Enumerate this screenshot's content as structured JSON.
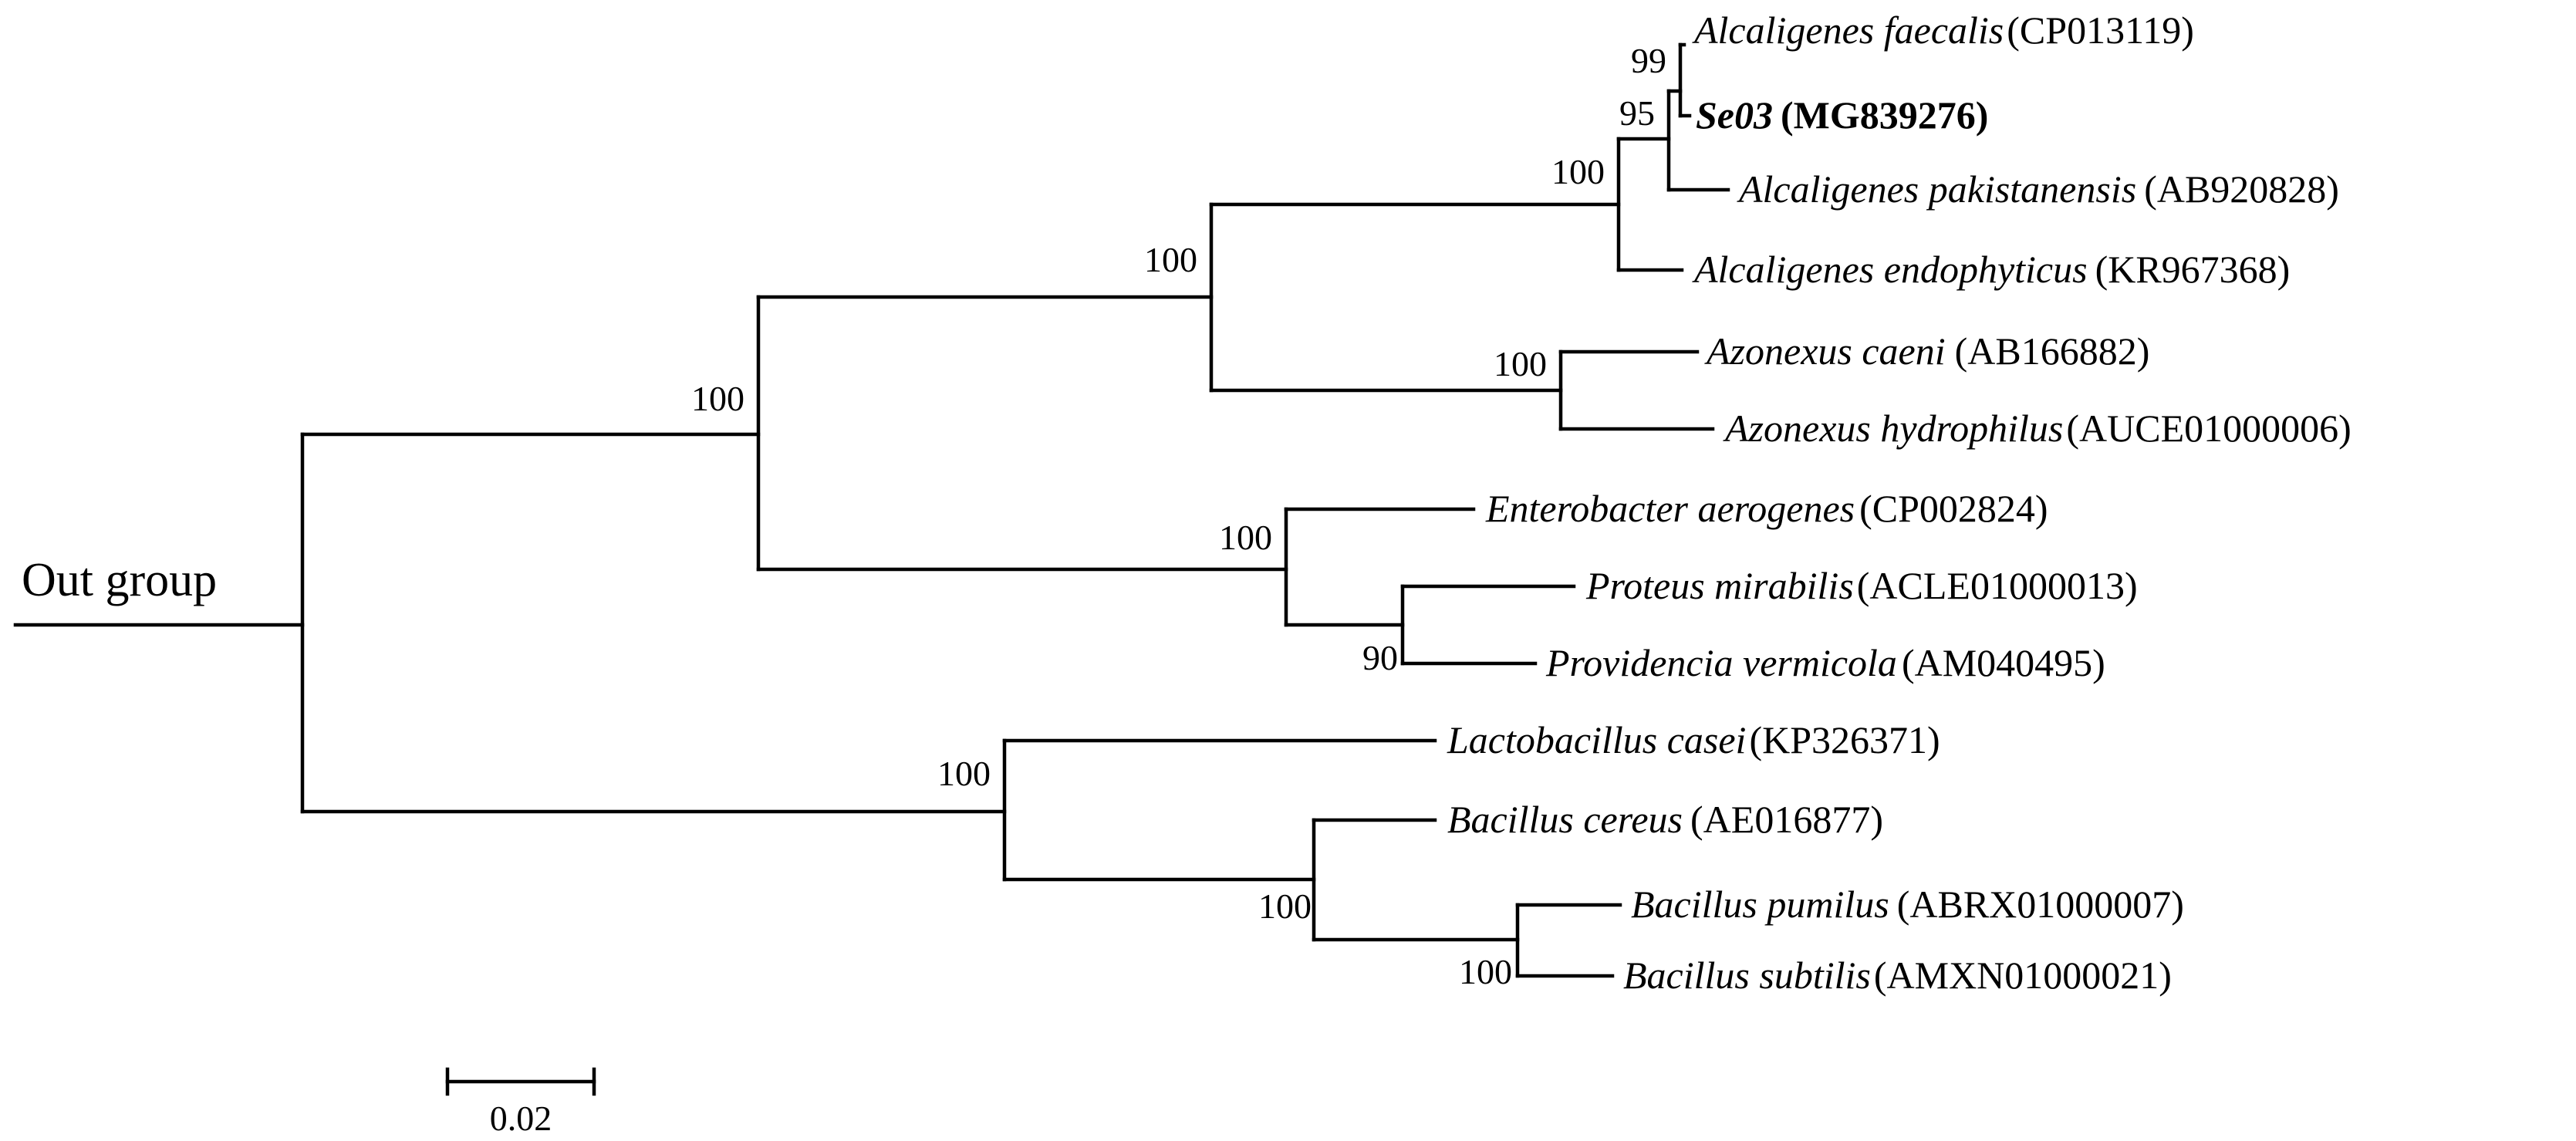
{
  "outgroup_label": "Out group",
  "scale_bar": {
    "label": "0.02",
    "value": 0.02
  },
  "taxa": [
    {
      "id": "alc-faecalis",
      "name": "Alcaligenes faecalis",
      "accession": "(CP013119)",
      "bold": false
    },
    {
      "id": "se03",
      "name": "Se03",
      "accession": "(MG839276)",
      "bold": true
    },
    {
      "id": "alc-pakistanensis",
      "name": "Alcaligenes pakistanensis",
      "accession": "(AB920828)",
      "bold": false
    },
    {
      "id": "alc-endophyticus",
      "name": "Alcaligenes endophyticus",
      "accession": "(KR967368)",
      "bold": false
    },
    {
      "id": "azo-caeni",
      "name": "Azonexus caeni",
      "accession": "(AB166882)",
      "bold": false
    },
    {
      "id": "azo-hydrophilus",
      "name": "Azonexus hydrophilus",
      "accession": "(AUCE01000006)",
      "bold": false
    },
    {
      "id": "ent-aerogenes",
      "name": "Enterobacter aerogenes",
      "accession": "(CP002824)",
      "bold": false
    },
    {
      "id": "pro-mirabilis",
      "name": "Proteus mirabilis",
      "accession": "(ACLE01000013)",
      "bold": false
    },
    {
      "id": "prov-vermicola",
      "name": "Providencia vermicola",
      "accession": "(AM040495)",
      "bold": false
    },
    {
      "id": "lac-casei",
      "name": "Lactobacillus casei",
      "accession": "(KP326371)",
      "bold": false
    },
    {
      "id": "bac-cereus",
      "name": "Bacillus cereus",
      "accession": "(AE016877)",
      "bold": false
    },
    {
      "id": "bac-pumilus",
      "name": "Bacillus pumilus",
      "accession": "(ABRX01000007)",
      "bold": false
    },
    {
      "id": "bac-subtilis",
      "name": "Bacillus subtilis",
      "accession": "(AMXN01000021)",
      "bold": false
    }
  ],
  "bootstrap": {
    "alc-faecalis-se03": "99",
    "se03-pakistanensis": "95",
    "alcaligenes": "100",
    "alcaligenes-azonexus": "100",
    "proteobacteria": "100",
    "azonexus": "100",
    "enterobacterales": "100",
    "proteus-providencia": "90",
    "firmicutes": "100",
    "bacillus": "100",
    "pumilus-subtilis": "100"
  }
}
